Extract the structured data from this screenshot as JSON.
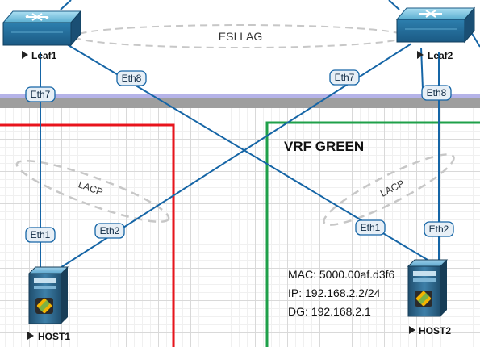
{
  "colors": {
    "link": "#1565a6",
    "divider_top": "#b5b3e8",
    "divider_bottom": "#9e9e9e",
    "vrf_red": "#e8141c",
    "vrf_green": "#1fa04a",
    "dashed": "#bdbdbd"
  },
  "devices": {
    "leaf1": {
      "label": "Leaf1",
      "icon": "switch-icon"
    },
    "leaf2": {
      "label": "Leaf2",
      "icon": "switch-icon"
    },
    "host1": {
      "label": "HOST1",
      "icon": "server-icon"
    },
    "host2": {
      "label": "HOST2",
      "icon": "server-icon"
    }
  },
  "bundles": {
    "esi_lag": "ESI LAG",
    "lacp_left": "LACP",
    "lacp_right": "LACP"
  },
  "vrf": {
    "green_label": "VRF GREEN"
  },
  "ports": {
    "leaf1_eth7": "Eth7",
    "leaf1_eth8": "Eth8",
    "leaf2_eth7": "Eth7",
    "leaf2_eth8": "Eth8",
    "host1_eth1": "Eth1",
    "host1_eth2": "Eth2",
    "host2_eth1": "Eth1",
    "host2_eth2": "Eth2"
  },
  "host2_info": {
    "mac": "MAC: 5000.00af.d3f6",
    "ip": "IP: 192.168.2.2/24",
    "dg": "DG: 192.168.2.1"
  }
}
